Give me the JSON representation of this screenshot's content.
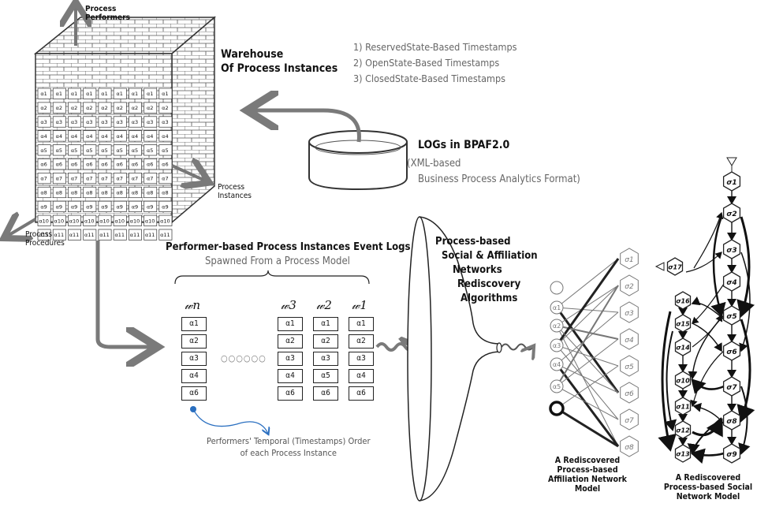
{
  "warehouse": {
    "title_line1": "Warehouse",
    "title_line2": "Of Process Instances",
    "axis_performers_line1": "Process",
    "axis_performers_line2": "Performers",
    "axis_instances_line1": "Process",
    "axis_instances_line2": "Instances",
    "axis_procedures_line1": "Process",
    "axis_procedures_line2": "Procedures",
    "grid_rows": [
      "α1",
      "α2",
      "α3",
      "α4",
      "α5",
      "α6",
      "α7",
      "α8",
      "α9",
      "α10",
      "α11"
    ]
  },
  "timestamps": {
    "items": [
      "1)  ReservedState-Based Timestamps",
      "2)  OpenState-Based Timestamps",
      "3)  ClosedState-Based Timestamps"
    ]
  },
  "logs": {
    "title": "LOGs  in  BPAF2.0",
    "subtitle_line1": "(XML-based",
    "subtitle_line2": "Business  Process  Analytics  Format)"
  },
  "event_logs": {
    "title": "Performer-based Process Instances Event Logs",
    "subtitle": "Spawned From a Process Model",
    "columns": [
      "w n",
      "w 3",
      "w 2",
      "w 1"
    ],
    "column_labels": [
      "𝓌n",
      "𝓌3",
      "𝓌2",
      "𝓌1"
    ],
    "rows_n": [
      "α1",
      "α2",
      "α3",
      "α4",
      "α6"
    ],
    "rows_3": [
      "α1",
      "α2",
      "α3",
      "α4",
      "α6"
    ],
    "rows_2": [
      "α1",
      "α2",
      "α3",
      "α5",
      "α6"
    ],
    "rows_1": [
      "α1",
      "α2",
      "α3",
      "α4",
      "α6"
    ],
    "ellipsis": "○○○○○○",
    "note_line1": "Performers' Temporal (Timestamps)  Order",
    "note_line2": "of each Process Instance"
  },
  "funnel": {
    "label_line1": "Process-based",
    "label_line2": "Social  &  Affiliation",
    "label_line3": "Networks",
    "label_line4": "Rediscovery",
    "label_line5": "Algorithms"
  },
  "affiliation": {
    "left_nodes": [
      "",
      "α1",
      "α2",
      "α3",
      "α4",
      "α5",
      ""
    ],
    "right_nodes": [
      "σ1",
      "σ2",
      "σ3",
      "σ4",
      "σ5",
      "σ6",
      "σ7",
      "σ8"
    ],
    "caption": [
      "A Rediscovered",
      "Process-based",
      "Affiliation Network",
      "Model"
    ]
  },
  "social": {
    "right_column": [
      "σ1",
      "σ2",
      "σ3",
      "σ4",
      "σ5",
      "σ6",
      "σ7",
      "σ8",
      "σ9"
    ],
    "left_column": [
      "σ16",
      "σ15",
      "σ14",
      "σ10",
      "σ11",
      "σ12",
      "σ13"
    ],
    "side_node": "σ17",
    "caption": [
      "A Rediscovered",
      "Process-based Social",
      "Network Model"
    ]
  },
  "colors": {
    "arrow": "#7a7a7a",
    "text_gray": "#666666",
    "note_blue": "#2a6fc0"
  }
}
